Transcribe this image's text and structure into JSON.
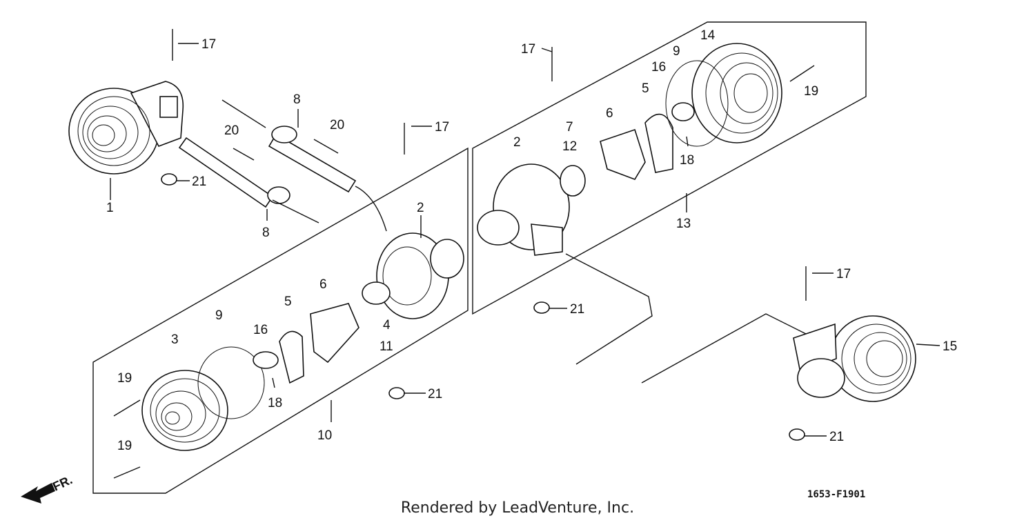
{
  "callouts": [
    "1",
    "2",
    "3",
    "4",
    "5",
    "6",
    "7",
    "8",
    "9",
    "10",
    "11",
    "12",
    "13",
    "14",
    "15",
    "16",
    "17",
    "18",
    "19",
    "20",
    "21"
  ],
  "direction_label": "FR.",
  "diagram_code": "1653-F1901",
  "footer": "Rendered by LeadVenture, Inc."
}
